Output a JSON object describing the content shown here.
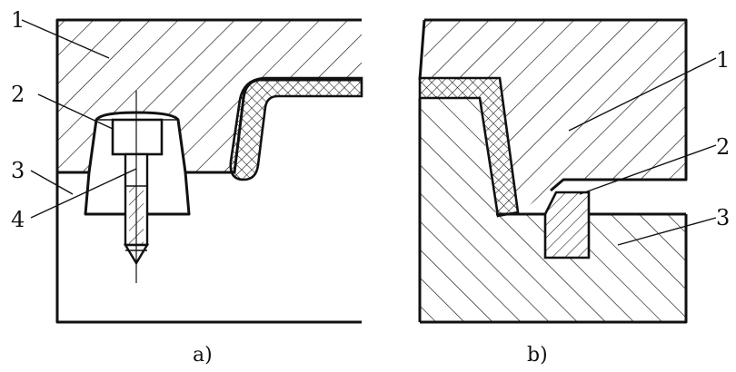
{
  "figure_a": {
    "caption": "a)",
    "labels": [
      "1",
      "2",
      "3",
      "4"
    ]
  },
  "figure_b": {
    "caption": "b)",
    "labels": [
      "1",
      "2",
      "3"
    ]
  },
  "colors": {
    "line": "#111111",
    "background": "#ffffff"
  }
}
